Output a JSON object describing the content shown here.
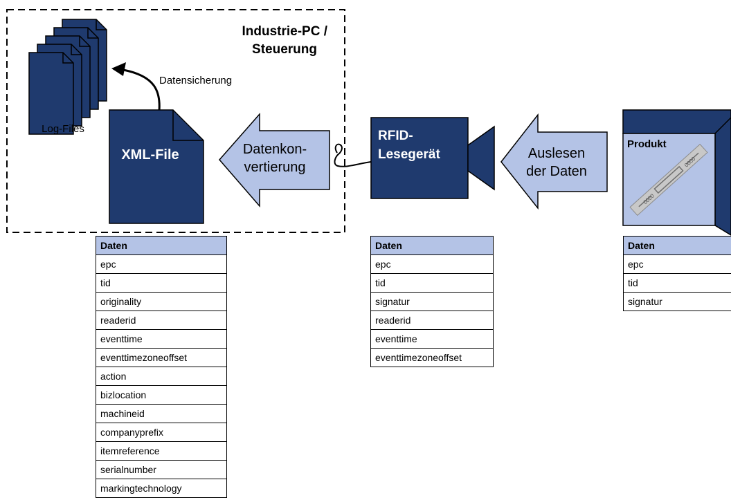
{
  "labels": {
    "pc_title_line1": "Industrie-PC /",
    "pc_title_line2": "Steuerung",
    "log_files": "Log-Files",
    "backup": "Datensicherung",
    "xml_file": "XML-File",
    "conversion_line1": "Datenkon-",
    "conversion_line2": "vertierung",
    "rfid_line1": "RFID-",
    "rfid_line2": "Lesegerät",
    "readout_line1": "Auslesen",
    "readout_line2": "der Daten",
    "product": "Produkt",
    "tag_text": "0000"
  },
  "tables": {
    "xml": {
      "header": "Daten",
      "rows": [
        "epc",
        "tid",
        "originality",
        "readerid",
        "eventtime",
        "eventtimezoneoffset",
        "action",
        "bizlocation",
        "machineid",
        "companyprefix",
        "itemreference",
        "serialnumber",
        "markingtechnology"
      ]
    },
    "rfid": {
      "header": "Daten",
      "rows": [
        "epc",
        "tid",
        "signatur",
        "readerid",
        "eventtime",
        "eventtimezoneoffset"
      ]
    },
    "product": {
      "header": "Daten",
      "rows": [
        "epc",
        "tid",
        "signatur"
      ]
    }
  },
  "colors": {
    "dark_blue": "#1f3a6e",
    "light_blue": "#b4c3e6",
    "table_header": "#b4c3e6",
    "stroke": "#000000"
  }
}
